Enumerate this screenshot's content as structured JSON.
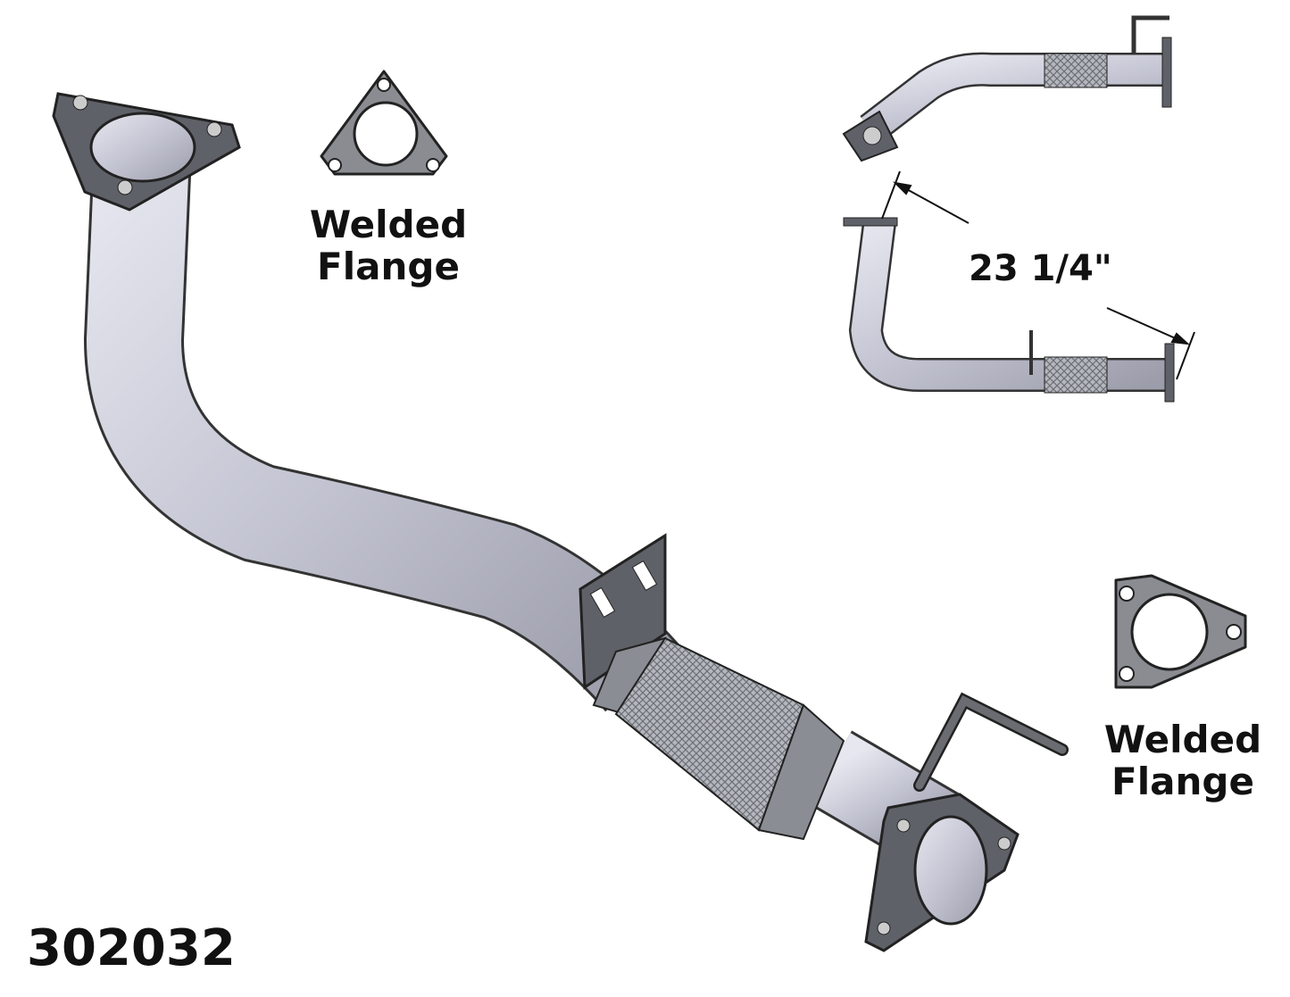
{
  "part_number": "302032",
  "labels": {
    "top_flange": {
      "line1": "Welded",
      "line2": "Flange"
    },
    "bottom_flange": {
      "line1": "Welded",
      "line2": "Flange"
    }
  },
  "dimension": "23 1/4\"",
  "colors": {
    "pipe": "#c9cad6",
    "flange": "#5f6168",
    "outline": "#222222",
    "mesh": "#9a9ca3"
  }
}
